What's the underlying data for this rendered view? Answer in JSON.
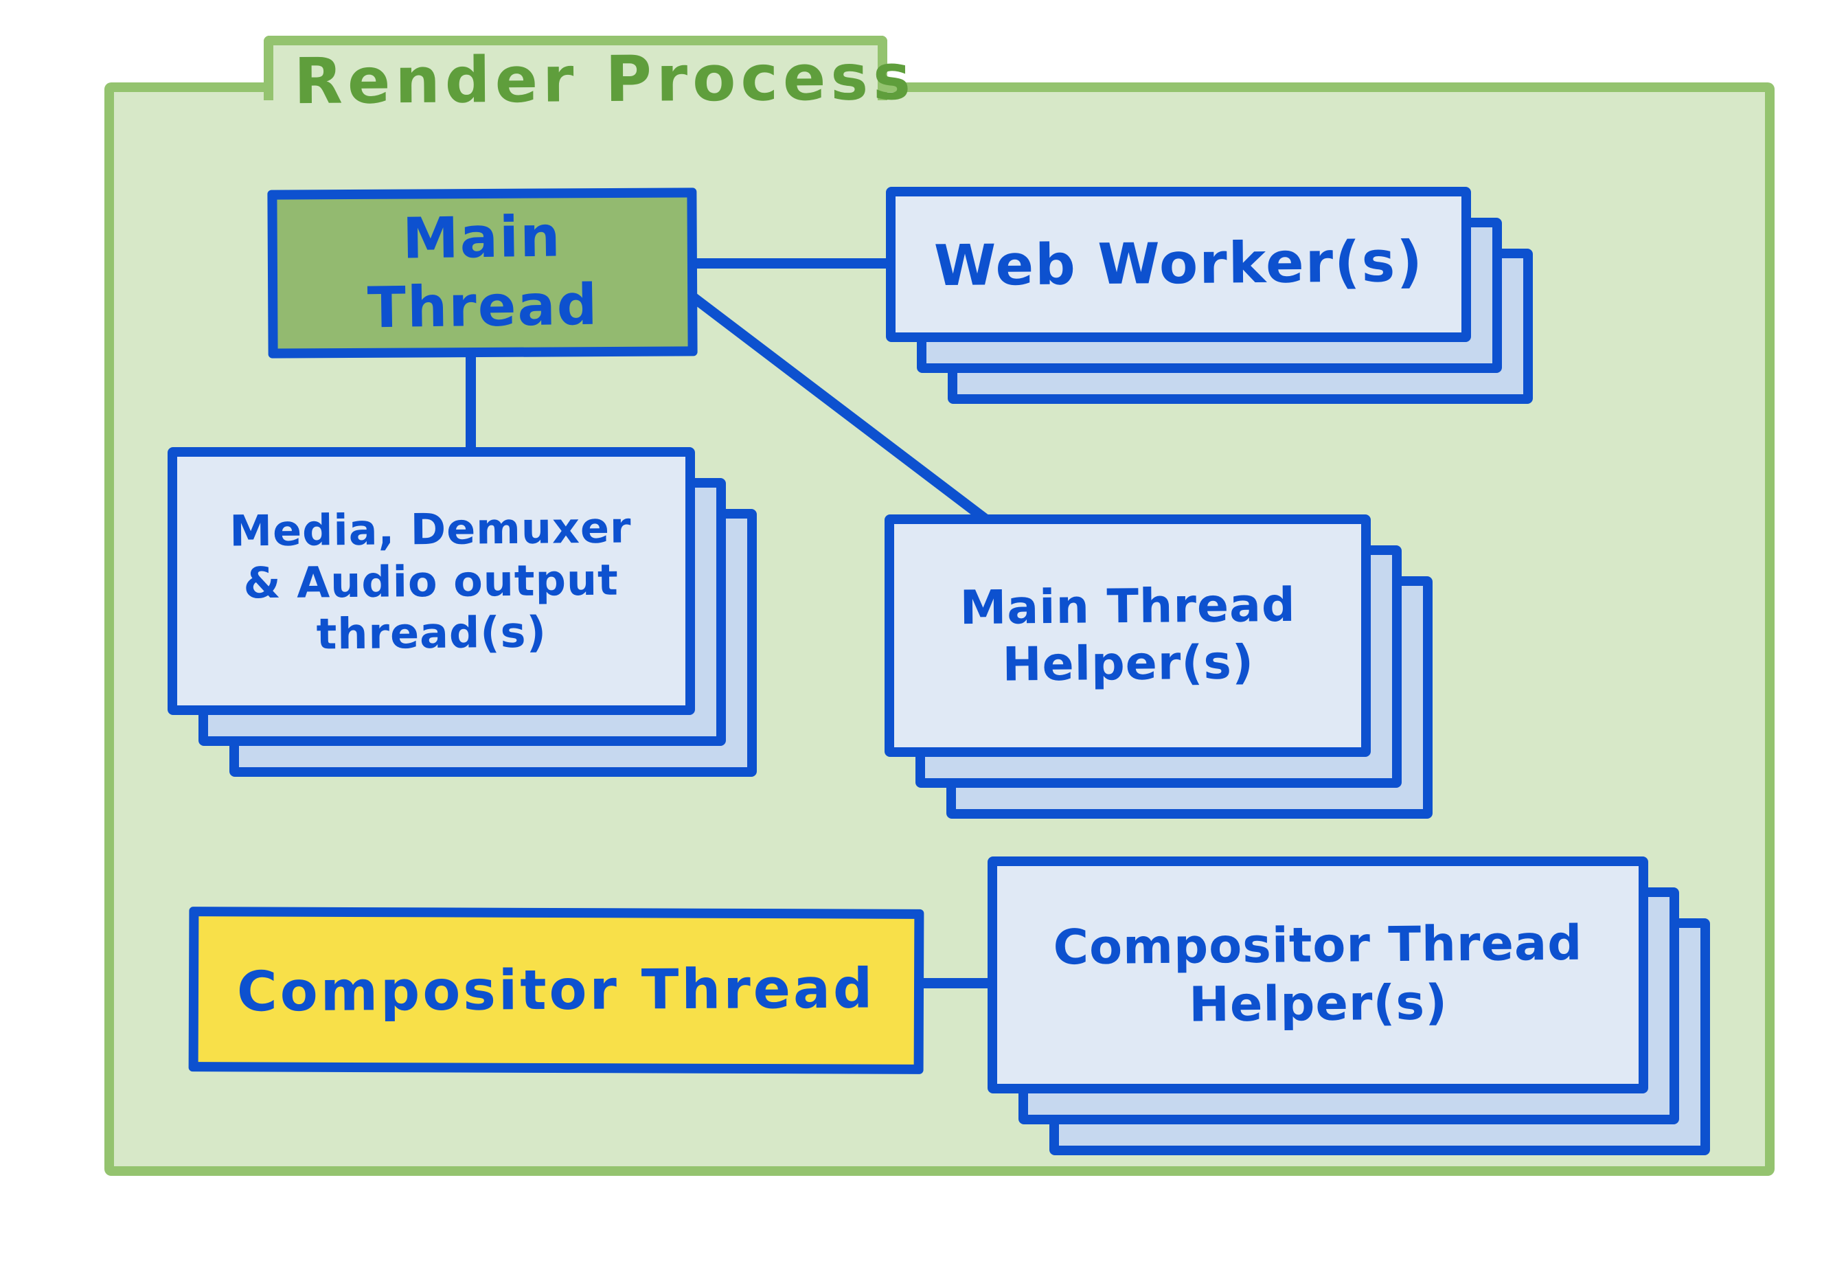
{
  "diagram": {
    "title": "Render Process",
    "nodes": {
      "main_thread": {
        "label": "Main Thread"
      },
      "web_workers": {
        "label": "Web Worker(s)"
      },
      "media_threads": {
        "label": "Media, Demuxer\n& Audio output\nthread(s)"
      },
      "main_thread_helpers": {
        "label": "Main Thread\nHelper(s)"
      },
      "compositor_thread": {
        "label": "Compositor Thread"
      },
      "compositor_thread_helpers": {
        "label": "Compositor Thread\nHelper(s)"
      }
    },
    "edges": [
      {
        "from": "main_thread",
        "to": "web_workers"
      },
      {
        "from": "main_thread",
        "to": "media_threads"
      },
      {
        "from": "main_thread",
        "to": "main_thread_helpers"
      },
      {
        "from": "compositor_thread",
        "to": "compositor_thread_helpers"
      }
    ],
    "colors": {
      "page_bg": "#ffffff",
      "folder_fill": "#d7e8c8",
      "folder_border": "#94c36f",
      "title_green": "#5f9e3c",
      "ink_blue": "#0d51cf",
      "card_front": "#e0e9f5",
      "card_back": "#c6d8ef",
      "main_thread_fill": "#93ba70",
      "compositor_fill": "#f8e049"
    }
  }
}
